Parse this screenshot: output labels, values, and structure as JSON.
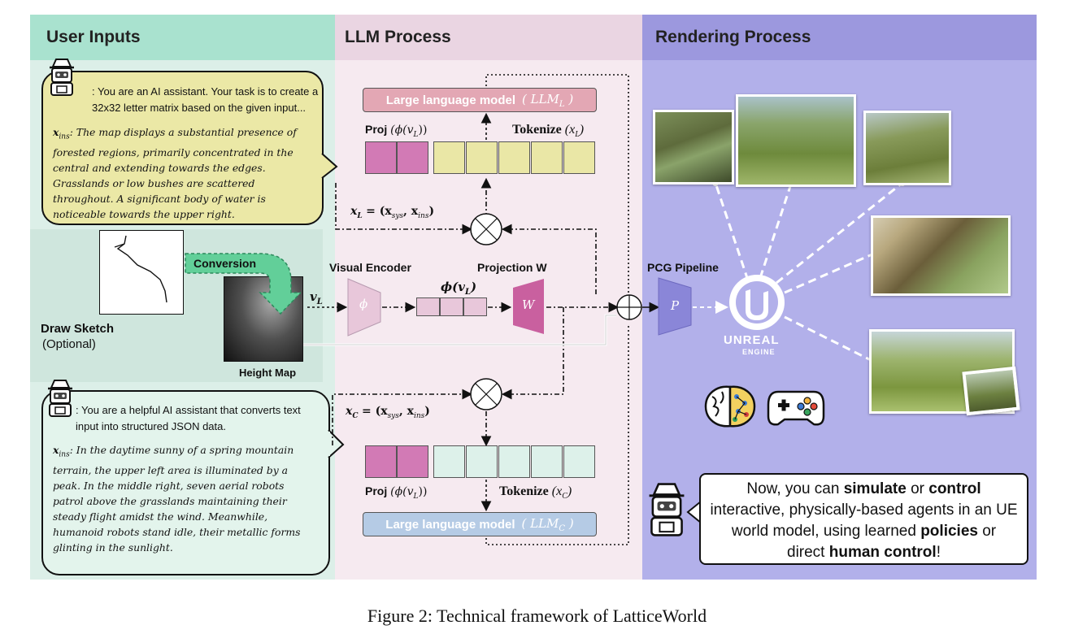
{
  "panels": {
    "user_inputs": "User  Inputs",
    "llm_process": "LLM Process",
    "rendering_process": "Rendering Process"
  },
  "colors": {
    "user_header": "#a9e2cf",
    "user_bg": "#dcefe8",
    "llm_header": "#ead5e2",
    "llm_bg": "#f6eaf0",
    "render_header": "#9c98de",
    "render_bg": "#b2b0ea",
    "proj_cell": "#d27ab5",
    "yellow_cell": "#eae7a6",
    "mint_cell": "#ddf1ea",
    "llm_top": "#e3a7b4",
    "llm_bottom": "#b5cbe5"
  },
  "top_bubble": {
    "intro": ": You are an AI assistant. Your task is to create a 32x32 letter matrix based on the given input...",
    "ins_label": "x",
    "ins_sub": "ins",
    "ins_text": ": The map displays a substantial presence of forested regions, primarily concentrated in the central and extending towards the edges. Grasslands or low bushes are scattered throughout. A significant body of water is noticeable towards the upper right."
  },
  "bottom_bubble": {
    "intro": ": You are a helpful AI assistant that converts text input into structured JSON data.",
    "ins_label": "x",
    "ins_sub": "ins",
    "ins_text": ": In the daytime sunny of a spring mountain terrain, the upper left area is illuminated by a peak.  In the middle right, seven aerial robots patrol above the grasslands maintaining their steady flight amidst the wind. Meanwhile, humanoid robots stand idle, their metallic forms glinting in the sunlight."
  },
  "sketch": {
    "conversion": "Conversion",
    "draw_sketch": "Draw Sketch",
    "optional": "(Optional)",
    "height_map": "Height Map",
    "v_l": "v",
    "v_l_sub": "L"
  },
  "llm": {
    "top_model": "Large language model",
    "top_model_math": "( LLM",
    "top_model_sub": "L",
    "bottom_model": "Large language model",
    "bottom_model_math": "( LLM",
    "bottom_model_sub": "C",
    "proj_top": "Proj",
    "proj_top_math": "(ϕ(v",
    "proj_top_sub": "L",
    "tokenize_top": "Tokenize",
    "tokenize_top_math": "(x",
    "tokenize_top_sub": "L",
    "proj_bottom": "Proj",
    "proj_bottom_math": "(ϕ(v",
    "proj_bottom_sub": "L",
    "tokenize_bottom": "Tokenize",
    "tokenize_bottom_math": "(x",
    "tokenize_bottom_sub": "C",
    "xl_eq": "x",
    "xl_sub": "L",
    "xl_rhs": "= (x",
    "xl_sys": "sys",
    "xl_ins": "ins",
    "xc_eq": "x",
    "xc_sub": "C",
    "xc_rhs": "= (x",
    "xc_sys": "sys",
    "xc_ins": "ins",
    "visual_encoder": "Visual Encoder",
    "phi": "ϕ",
    "projection_w": "Projection W",
    "w": "W",
    "phi_vl": "ϕ(v",
    "phi_vl_sub": "L"
  },
  "render": {
    "pcg_pipeline": "PCG Pipeline",
    "p": "P",
    "unreal": "UNREAL",
    "engine": "ENGINE"
  },
  "final_box": {
    "line1_a": "Now, you can ",
    "line1_b": "simulate",
    "line1_c": " or ",
    "line1_d": "control",
    "line2": "interactive, physically-based agents in an UE",
    "line3_a": "world model, using learned ",
    "line3_b": "policies",
    "line3_c": " or",
    "line4_a": "direct ",
    "line4_b": "human control",
    "line4_c": "!"
  },
  "caption": "Figure 2: Technical framework of LatticeWorld",
  "icons": [
    "robot-avatar-icon",
    "brain-icon",
    "gamepad-icon",
    "unreal-engine-logo",
    "oplus-icon",
    "otimes-icon"
  ]
}
